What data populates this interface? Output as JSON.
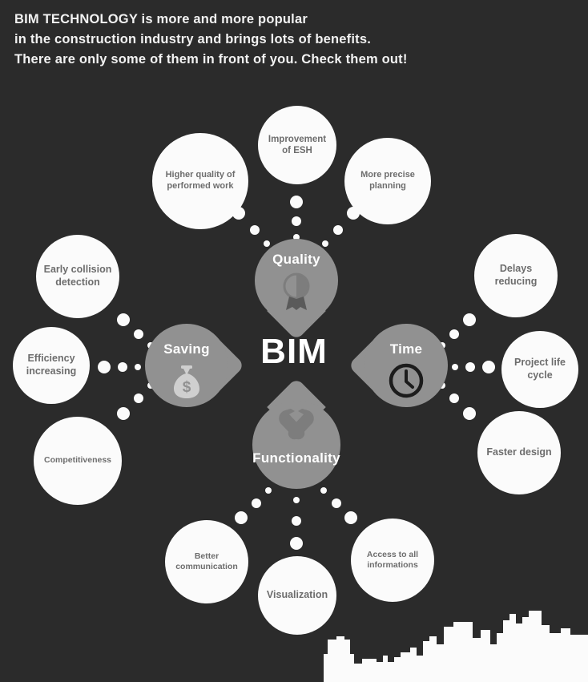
{
  "headline": {
    "line1": "BIM TECHNOLOGY is more and more popular",
    "line2": "in the construction industry and brings lots of benefits.",
    "line3": "There are only some of them in front of you. Check them out!"
  },
  "center": {
    "label": "BIM"
  },
  "colors": {
    "background": "#2b2b2b",
    "bubble": "#fbfbfb",
    "bubble_text": "#6d6d6d",
    "pin": "#919191",
    "pin_text": "#ffffff",
    "headline_text": "#f2f2f2",
    "skyline": "#fbfbfb"
  },
  "pins": [
    {
      "id": "quality",
      "label": "Quality",
      "icon": "medal-icon",
      "position": "top"
    },
    {
      "id": "saving",
      "label": "Saving",
      "icon": "money-bag-icon",
      "position": "left"
    },
    {
      "id": "time",
      "label": "Time",
      "icon": "clock-icon",
      "position": "right"
    },
    {
      "id": "functionality",
      "label": "Functionality",
      "icon": "wrench-icon",
      "position": "bottom"
    }
  ],
  "benefits": {
    "quality": [
      {
        "label": "Higher quality of performed work"
      },
      {
        "label": "Improvement of ESH"
      },
      {
        "label": "More precise planning"
      }
    ],
    "saving": [
      {
        "label": "Early collision detection"
      },
      {
        "label": "Efficiency increasing"
      },
      {
        "label": "Competitiveness"
      }
    ],
    "time": [
      {
        "label": "Delays reducing"
      },
      {
        "label": "Project life cycle"
      },
      {
        "label": "Faster design"
      }
    ],
    "functionality": [
      {
        "label": "Better communication"
      },
      {
        "label": "Visualization"
      },
      {
        "label": "Access to all informations"
      }
    ]
  }
}
